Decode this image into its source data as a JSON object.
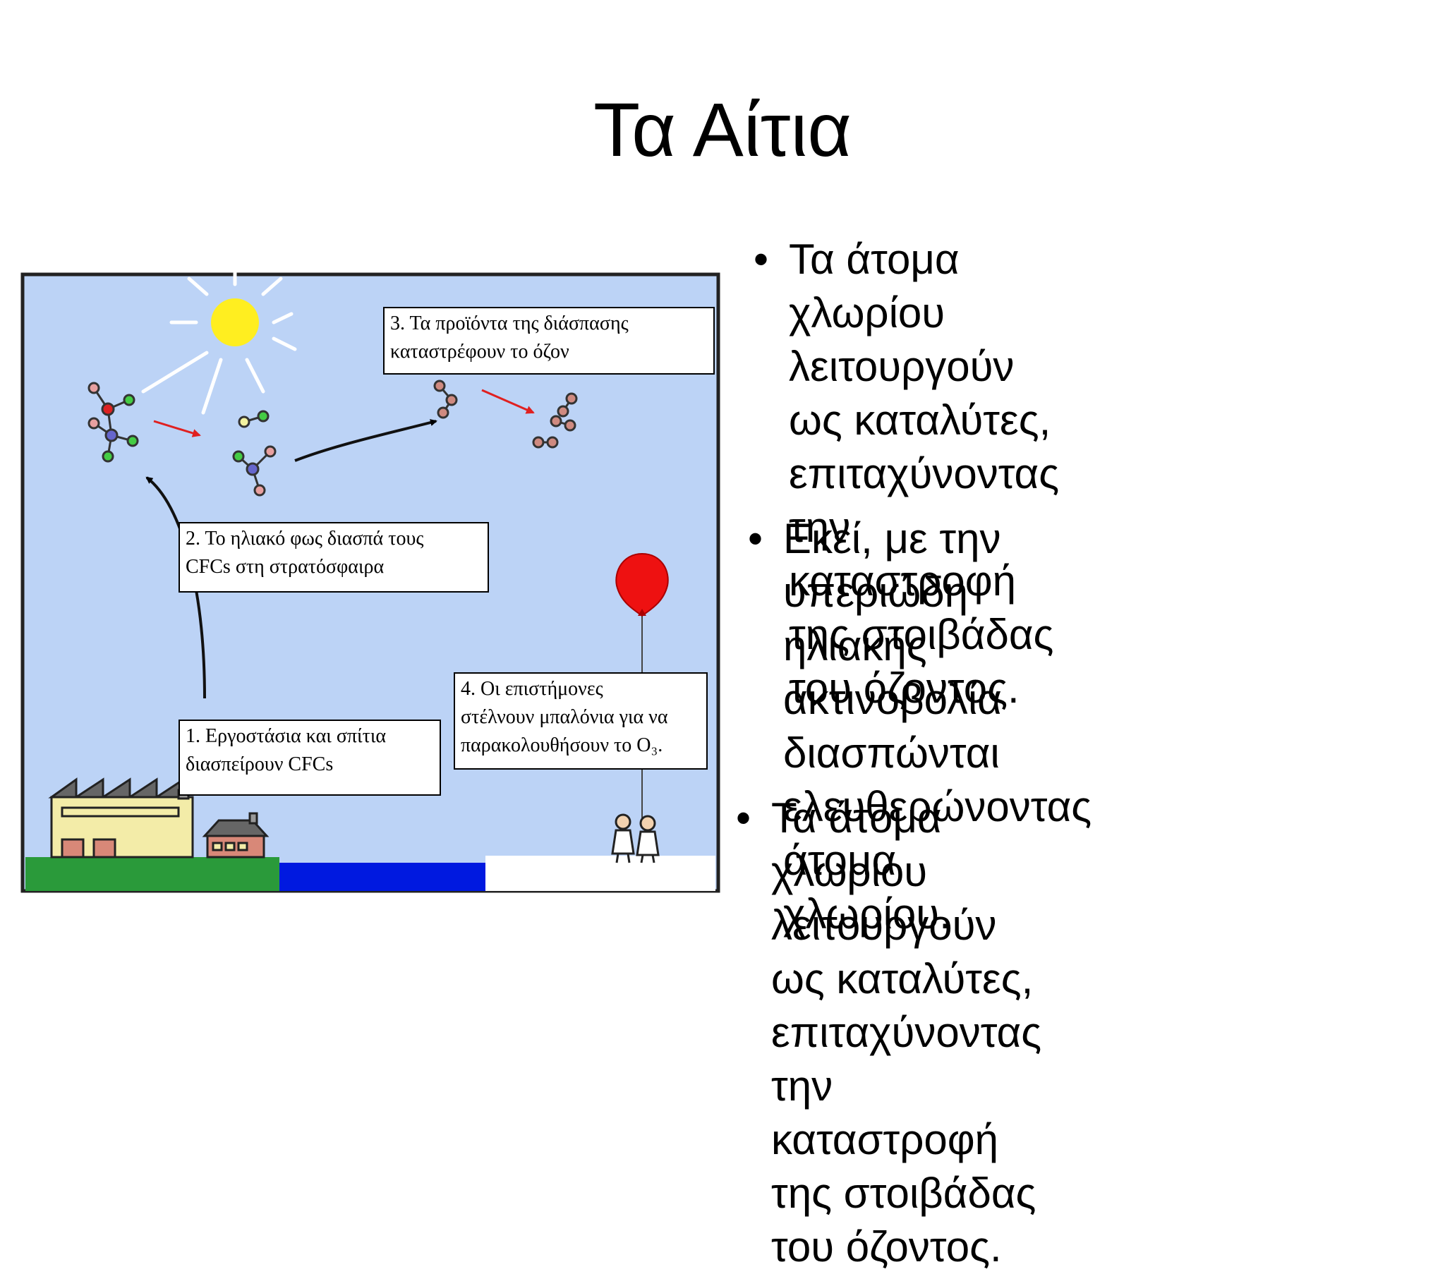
{
  "slide": {
    "title": "Τα Αίτια"
  },
  "diagram": {
    "captions": {
      "step1": "1. Εργοστάσια και σπίτια\nδιασπείρουν CFCs",
      "step2": "2. Το ηλιακό φως διασπά τους\nCFCs στη στρατόσφαιρα",
      "step3": "3. Τα προϊόντα της διάσπασης\nκαταστρέφουν το όζον",
      "step4": "4. Οι επιστήμονες\nστέλνουν μπαλόνια για να\nπαρακολουθήσουν το O₃."
    },
    "colors": {
      "sky": "#bcd3f6",
      "ground": "#2a9a3a",
      "water": "#0019e0",
      "sun": "#ffee20",
      "balloon": "#ee1111",
      "factory": "#f3eca8",
      "house": "#d88878"
    }
  },
  "bullets": [
    {
      "symbol": "•",
      "text": "Τα άτομα χλωρίου\nλειτουργούν ως καταλύτες,\nεπιταχύνοντας την\nκαταστροφή της στοιβάδας\nτου όζοντος."
    },
    {
      "symbol": "•",
      "text": "Εκεί, με την υπεριώδη\nηλιακής ακτινοβολία\nδιασπώνται\nελευθερώνοντας άτομα\nχλωρίου."
    },
    {
      "symbol": "•",
      "text": "Τα άτομα χλωρίου\nλειτουργούν ως καταλύτες,\nεπιταχύνοντας την\nκαταστροφή της στοιβάδας\nτου όζοντος."
    }
  ]
}
